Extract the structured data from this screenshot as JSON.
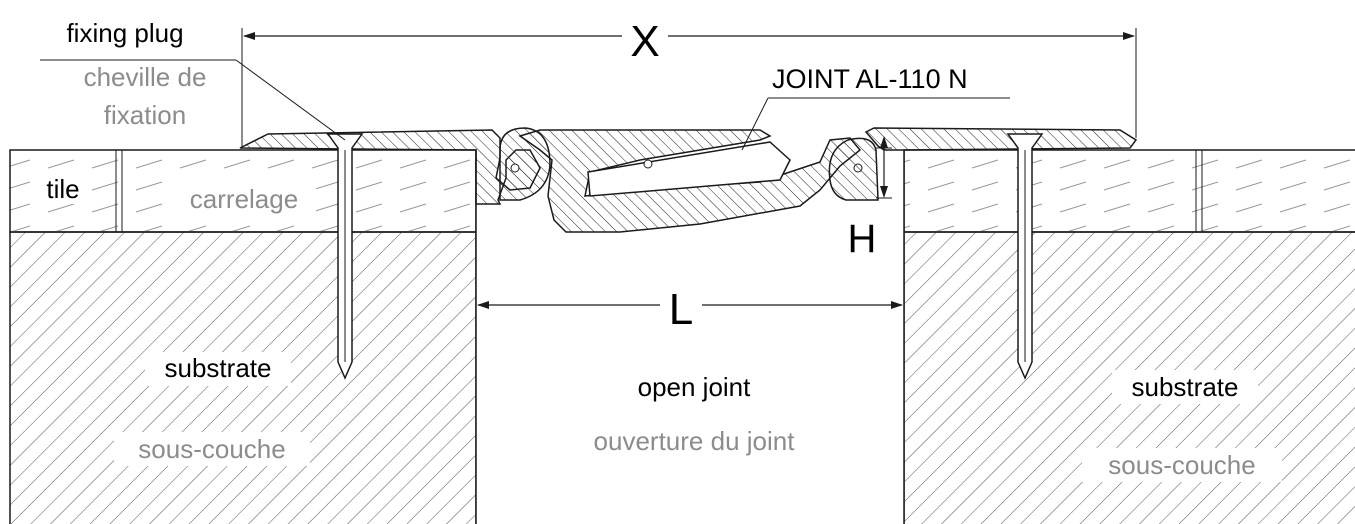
{
  "labels": {
    "fixing_plug_en": "fixing plug",
    "fixing_plug_fr_1": "cheville de",
    "fixing_plug_fr_2": "fixation",
    "tile_en": "tile",
    "tile_fr": "carrelage",
    "substrate_left_en": "substrate",
    "substrate_left_fr": "sous-couche",
    "substrate_right_en": "substrate",
    "substrate_right_fr": "sous-couche",
    "open_joint_en": "open joint",
    "open_joint_fr": "ouverture du joint",
    "product": "JOINT AL-110 N"
  },
  "dimensions": {
    "overall_width": "X",
    "joint_width": "L",
    "height": "H"
  },
  "colors": {
    "line": "#1a1a1a",
    "secondary_text": "#8c8c8c",
    "primary_text": "#000000"
  }
}
